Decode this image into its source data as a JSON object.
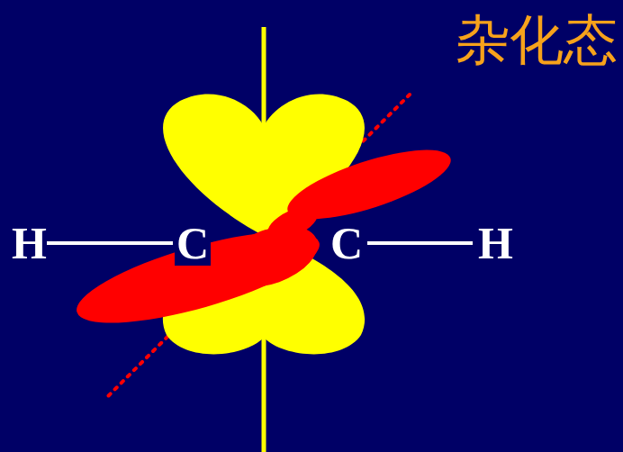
{
  "diagram": {
    "title": "杂化态",
    "labels": [
      "H",
      "C",
      "C",
      "H"
    ]
  }
}
